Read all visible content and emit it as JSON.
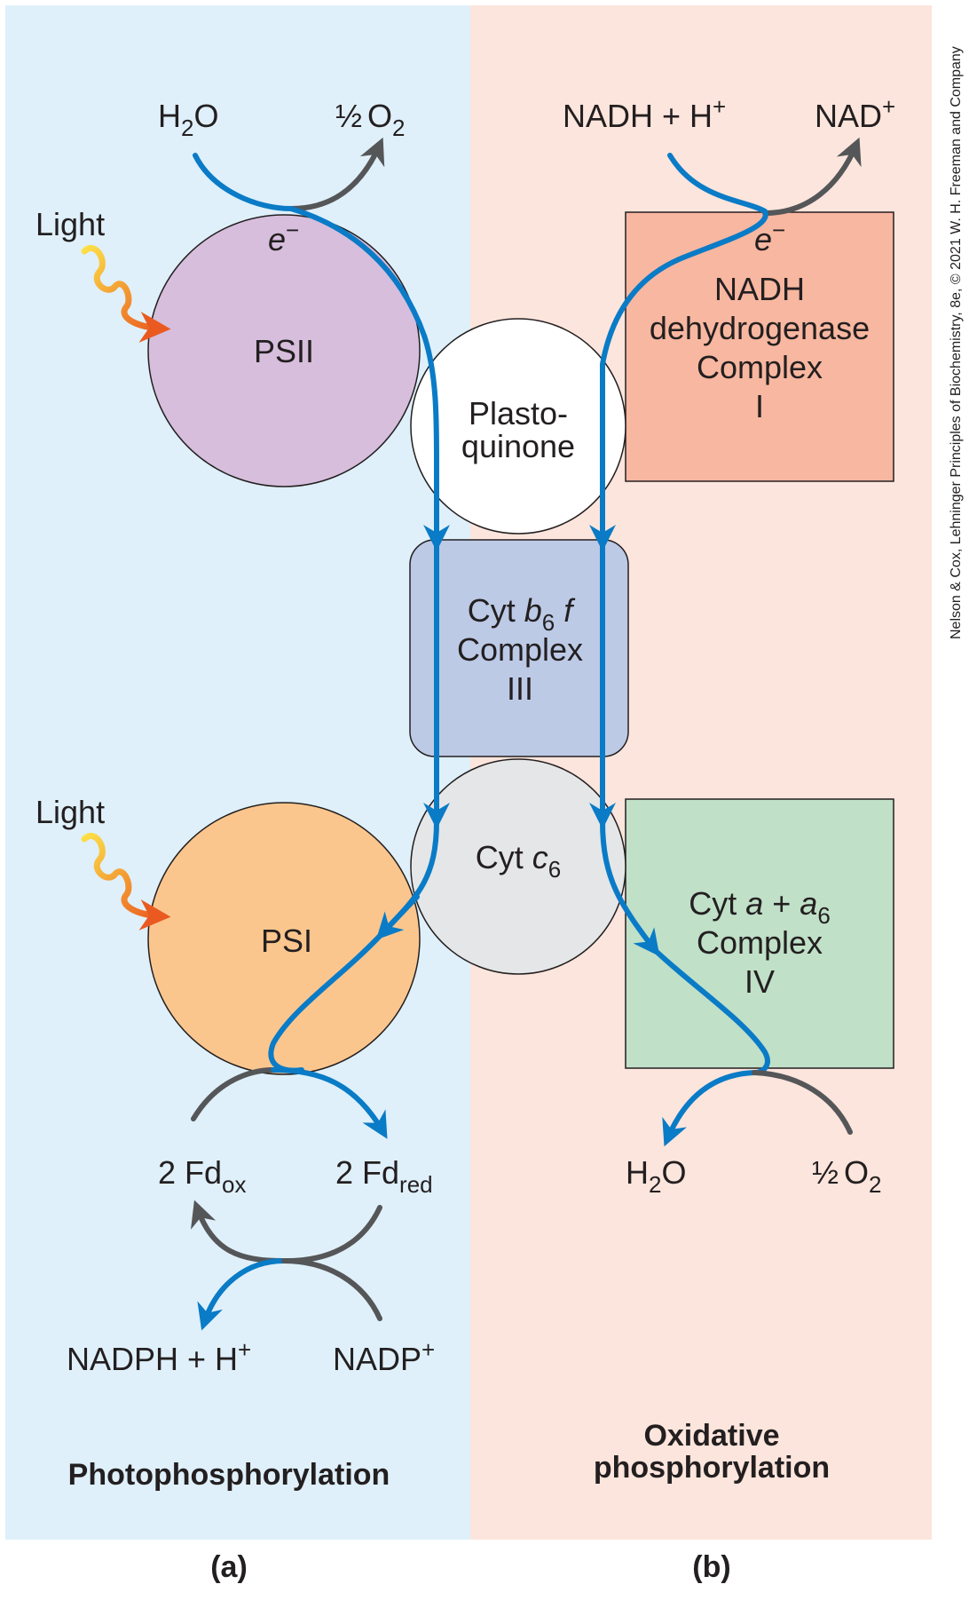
{
  "panel_a": {
    "title": "Photophosphorylation",
    "letter": "(a)",
    "light_top": "Light",
    "light_bottom": "Light",
    "water_in": "H",
    "water_in_sub": "2",
    "water_in_end": "O",
    "oxygen_out_frac": "½",
    "oxygen_out": "O",
    "oxygen_out_sub": "2",
    "electron": "e",
    "electron_sup": "−",
    "psii": "PSII",
    "psi": "PSI",
    "fd_ox": "2 Fd",
    "fd_ox_sub": "ox",
    "fd_red": "2 Fd",
    "fd_red_sub": "red",
    "nadph": "NADPH + H",
    "nadph_sup": "+",
    "nadp": "NADP",
    "nadp_sup": "+"
  },
  "shared": {
    "plastoquinone_line1": "Plasto-",
    "plastoquinone_line2": "quinone",
    "cyt_b6f_pre": "Cyt ",
    "cyt_b6f_b": "b",
    "cyt_b6f_sub": "6",
    "cyt_b6f_f": " f",
    "complex_iii_line2": "Complex",
    "complex_iii_line3": "III",
    "cyt_c6_pre": "Cyt ",
    "cyt_c6_c": "c",
    "cyt_c6_sub": "6"
  },
  "panel_b": {
    "title_line1": "Oxidative",
    "title_line2": "phosphorylation",
    "letter": "(b)",
    "nadh_in": "NADH + H",
    "nadh_in_sup": "+",
    "nad_out": "NAD",
    "nad_out_sup": "+",
    "electron": "e",
    "electron_sup": "−",
    "complex_i_line1": "NADH",
    "complex_i_line2": "dehydrogenase",
    "complex_i_line3": "Complex",
    "complex_i_line4": "I",
    "complex_iv_pre": "Cyt ",
    "complex_iv_a": "a",
    "complex_iv_plus": " + ",
    "complex_iv_a6": "a",
    "complex_iv_sub": "6",
    "complex_iv_line2": "Complex",
    "complex_iv_line3": "IV",
    "water_out": "H",
    "water_out_sub": "2",
    "water_out_end": "O",
    "oxygen_in_frac": "½",
    "oxygen_in": "O",
    "oxygen_in_sub": "2"
  },
  "credit": "Nelson & Cox, Lehninger Principles of Biochemistry, 8e, © 2021 W. H. Freeman and Company",
  "colors": {
    "left_bg": "#dff0fa",
    "right_bg": "#fce5dc",
    "psii": "#d6bedc",
    "psi": "#fbc68e",
    "complex_i": "#f8b7a0",
    "complex_iii": "#bccae6",
    "complex_iv": "#c0e0c8",
    "cyt_c6": "#e5e6e7",
    "arrow_blue": "#0a7bc6",
    "arrow_gray": "#555658",
    "light_wave": "#f59a32"
  }
}
